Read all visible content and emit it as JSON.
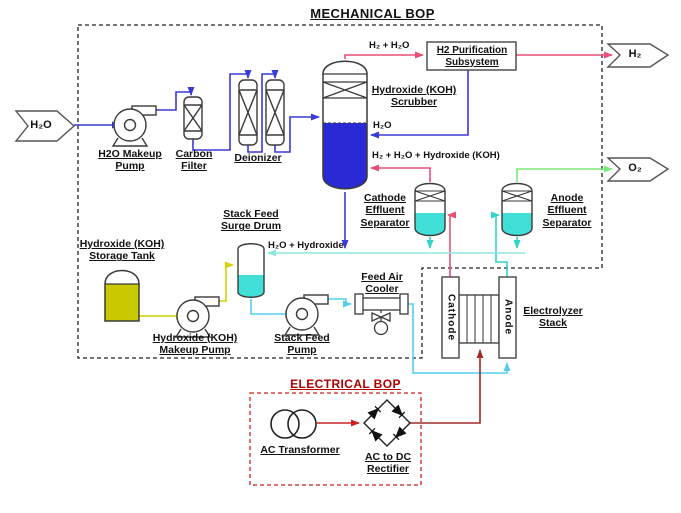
{
  "diagram": {
    "mechanical_title": "MECHANICAL BOP",
    "electrical_title": "ELECTRICAL BOP"
  },
  "flags": {
    "h2o_in": "H₂O",
    "h2_out": "H₂",
    "o2_out": "O₂"
  },
  "equipment": {
    "h2o_makeup_pump": "H2O Makeup Pump",
    "carbon_filter": "Carbon Filter",
    "deionizer": "Deionizer",
    "koh_scrubber": "Hydroxide (KOH) Scrubber",
    "h2_purification": "H2 Purification Subsystem",
    "cathode_separator": "Cathode Effluent Separator",
    "anode_separator": "Anode Effluent Separator",
    "koh_storage_tank": "Hydroxide (KOH) Storage Tank",
    "koh_makeup_pump": "Hydroxide (KOH) Makeup Pump",
    "surge_drum": "Stack Feed Surge Drum",
    "stack_feed_pump": "Stack Feed Pump",
    "feed_air_cooler": "Feed Air Cooler",
    "electrolyzer_stack": "Electrolyzer Stack",
    "cathode": "Cathode",
    "anode": "Anode",
    "ac_transformer": "AC Transformer",
    "rectifier": "AC to DC Rectifier"
  },
  "streams": {
    "h2_h2o": "H₂ + H₂O",
    "h2o_return": "H₂O",
    "h2_h2o_koh": "H₂ + H₂O + Hydroxide (KOH)",
    "h2o_hydroxide": "H₂O + Hydroxide"
  },
  "colors": {
    "water_blue": "#3a3ad6",
    "hydrogen_pink": "#e94f77",
    "hydroxide_cyan": "#2fd5c8",
    "drain_teal": "#8fe5de",
    "feed_lightblue": "#55cdef",
    "koh_yellow": "#d4d400",
    "oxygen_green": "#7ae87a",
    "electrical_red": "#cc2222",
    "dc_darkred": "#a02c2c",
    "scrubber_fill": "#2929d6",
    "separator_fill": "#40e0d8",
    "tank_fill": "#c9c900",
    "title_red": "#b00000"
  }
}
